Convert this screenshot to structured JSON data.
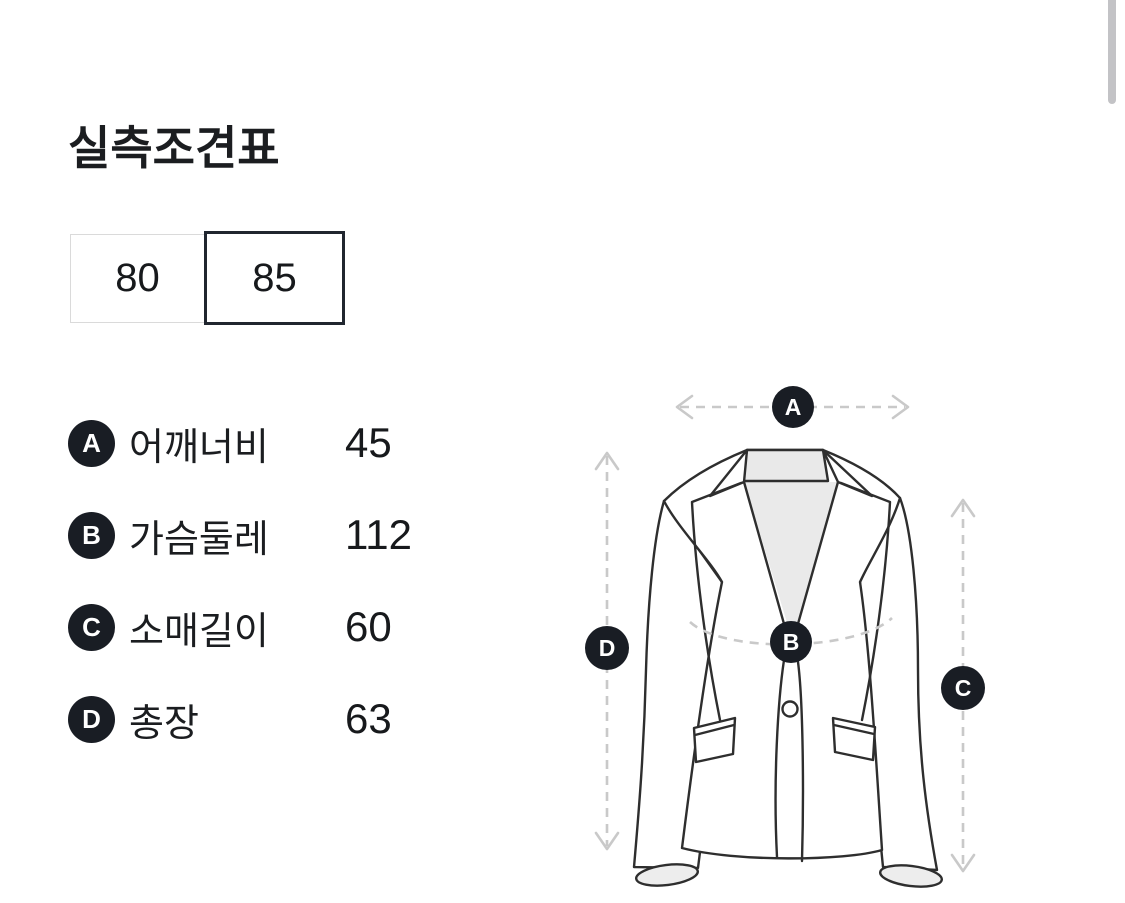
{
  "page": {
    "title": "실측조견표",
    "background_color": "#ffffff",
    "text_color": "#1a1c1f"
  },
  "size_tabs": [
    {
      "label": "80",
      "selected": false
    },
    {
      "label": "85",
      "selected": true
    }
  ],
  "measurements": [
    {
      "key": "A",
      "label": "어깨너비",
      "value": "45"
    },
    {
      "key": "B",
      "label": "가슴둘레",
      "value": "112"
    },
    {
      "key": "C",
      "label": "소매길이",
      "value": "60"
    },
    {
      "key": "D",
      "label": "총장",
      "value": "63"
    }
  ],
  "diagram": {
    "type": "jacket-flat-sketch-measurement-guide",
    "badges": [
      "A",
      "B",
      "C",
      "D"
    ],
    "badge_color": "#191d24",
    "arrow_color": "#c9c9c9",
    "outline_color": "#2e2e2e"
  },
  "scrollbar": {
    "visible": true,
    "color": "#c3c3c6"
  }
}
